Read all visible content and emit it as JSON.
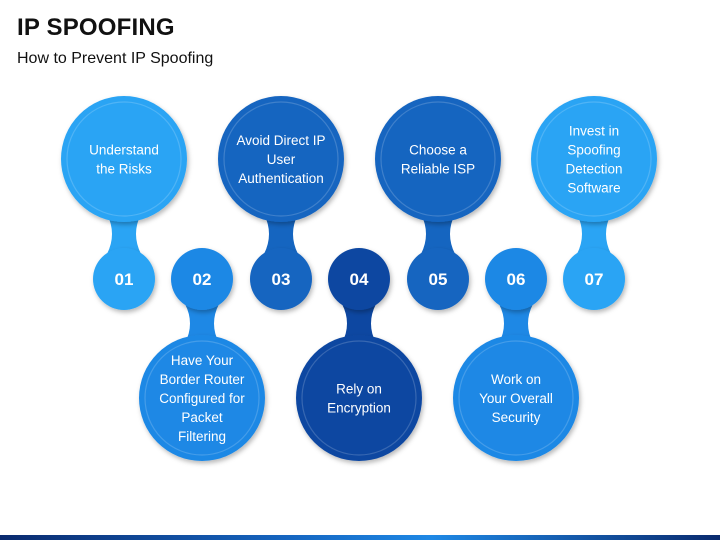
{
  "title": "IP SPOOFING",
  "subtitle": "How to Prevent IP Spoofing",
  "steps": [
    {
      "number": "01",
      "lines": [
        "Understand",
        "the Risks"
      ],
      "position": "top",
      "color": "#2aa4f4"
    },
    {
      "number": "02",
      "lines": [
        "Have Your",
        "Border Router",
        "Configured for",
        "Packet",
        "Filtering"
      ],
      "position": "bottom",
      "color": "#1e88e5"
    },
    {
      "number": "03",
      "lines": [
        "Avoid Direct IP",
        "User",
        "Authentication"
      ],
      "position": "top",
      "color": "#1565c0"
    },
    {
      "number": "04",
      "lines": [
        "Rely on",
        "Encryption"
      ],
      "position": "bottom",
      "color": "#0d47a1"
    },
    {
      "number": "05",
      "lines": [
        "Choose a",
        "Reliable ISP"
      ],
      "position": "top",
      "color": "#1565c0"
    },
    {
      "number": "06",
      "lines": [
        "Work on",
        "Your Overall",
        "Security"
      ],
      "position": "bottom",
      "color": "#1e88e5"
    },
    {
      "number": "07",
      "lines": [
        "Invest in",
        "Spoofing",
        "Detection",
        "Software"
      ],
      "position": "top",
      "color": "#2aa4f4"
    }
  ]
}
